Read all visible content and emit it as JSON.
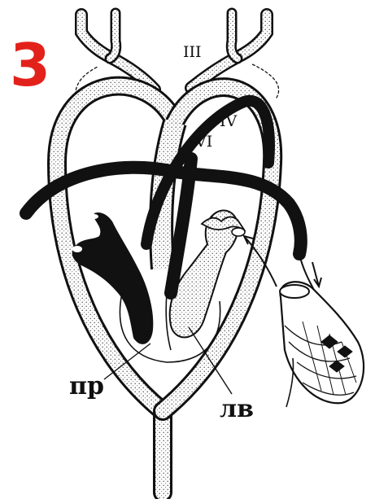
{
  "figure_number": "3",
  "colors": {
    "figure_number": "#e3211b",
    "ink": "#111111",
    "stipple": "#8a8a8a",
    "paper": "#ffffff"
  },
  "arch_labels": {
    "third": "III",
    "fourth": "IV",
    "sixth": "VI"
  },
  "chamber_labels": {
    "right": "пр",
    "left": "лв"
  }
}
